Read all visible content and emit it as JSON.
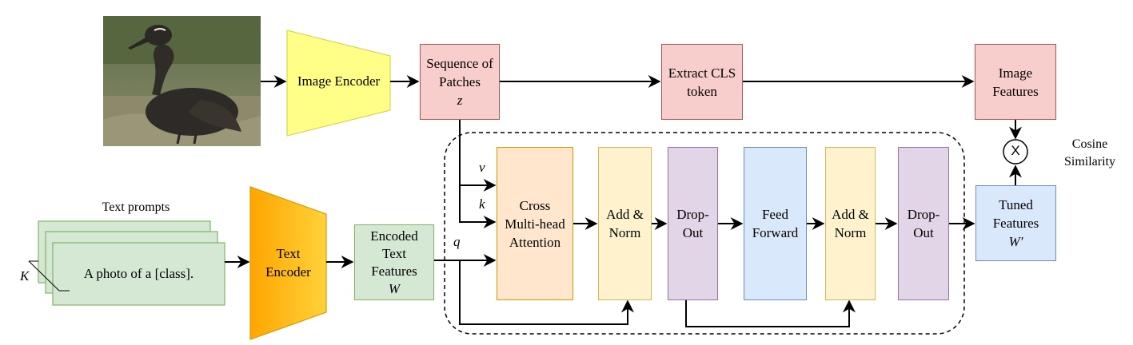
{
  "image_encoder": {
    "label": "Image Encoder",
    "color": "#FFFF88"
  },
  "patches": {
    "line1": "Sequence of",
    "line2": "Patches",
    "symbol": "z",
    "color": "#F8CECC"
  },
  "cls": {
    "line1": "Extract CLS",
    "line2": "token",
    "color": "#F8CECC"
  },
  "image_features": {
    "line1": "Image",
    "line2": "Features",
    "color": "#F8CECC"
  },
  "cosine": {
    "line1": "Cosine",
    "line2": "Similarity",
    "symbol": "X"
  },
  "tuned": {
    "line1": "Tuned",
    "line2": "Features",
    "symbol": "W′",
    "color": "#DAE8FC"
  },
  "text_prompts": {
    "title": "Text prompts",
    "prompt": "A photo of a [class].",
    "count_symbol": "K",
    "color": "#D5E8D4"
  },
  "text_encoder": {
    "line1": "Text",
    "line2": "Encoder",
    "color": "#FFA500"
  },
  "encoded": {
    "line1": "Encoded",
    "line2": "Text",
    "line3": "Features",
    "symbol": "W",
    "color": "#D5E8D4"
  },
  "inputs": {
    "v": "v",
    "k": "k",
    "q": "q"
  },
  "block": {
    "attention": {
      "line1": "Cross",
      "line2": "Multi-head",
      "line3": "Attention",
      "color": "#FFE6CC"
    },
    "addnorm1": {
      "line1": "Add &",
      "line2": "Norm",
      "color": "#FFF2CC"
    },
    "dropout1": {
      "line1": "Drop-",
      "line2": "Out",
      "color": "#E1D5E7"
    },
    "feedforward": {
      "line1": "Feed",
      "line2": "Forward",
      "color": "#DAE8FC"
    },
    "addnorm2": {
      "line1": "Add &",
      "line2": "Norm",
      "color": "#FFF2CC"
    },
    "dropout2": {
      "line1": "Drop-",
      "line2": "Out",
      "color": "#E1D5E7"
    }
  }
}
